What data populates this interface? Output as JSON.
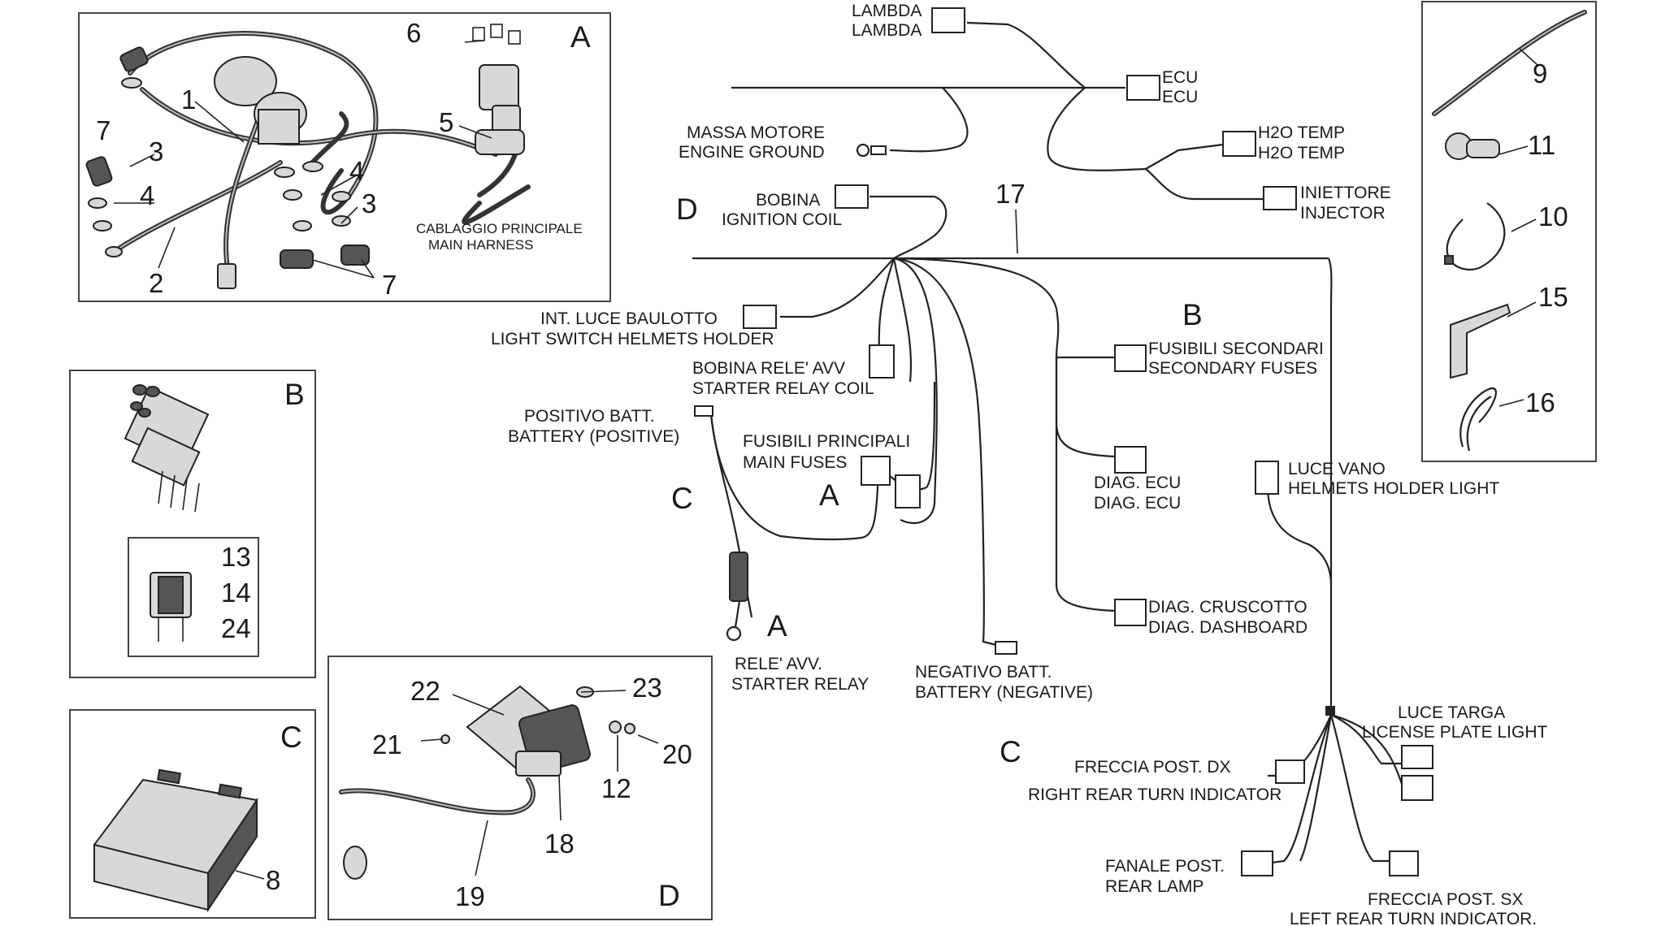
{
  "labels": {
    "lambda": [
      "LAMBDA",
      "LAMBDA"
    ],
    "ecu": [
      "ECU",
      "ECU"
    ],
    "massa_motore": [
      "MASSA MOTORE",
      "ENGINE GROUND"
    ],
    "h2o_temp": [
      "H2O TEMP",
      "H2O TEMP"
    ],
    "iniettore": [
      "INIETTORE",
      "INJECTOR"
    ],
    "bobina": [
      "BOBINA",
      "IGNITION COIL"
    ],
    "int_luce_baulotto": [
      "INT. LUCE BAULOTTO",
      "LIGHT SWITCH HELMETS HOLDER"
    ],
    "bobina_rele": [
      "BOBINA RELE' AVV",
      "STARTER RELAY COIL"
    ],
    "positivo_batt": [
      "POSITIVO BATT.",
      "BATTERY (POSITIVE)"
    ],
    "fusibili_principali": [
      "FUSIBILI PRINCIPALI",
      "MAIN FUSES"
    ],
    "fusibili_secondari": [
      "FUSIBILI SECONDARI",
      "SECONDARY FUSES"
    ],
    "diag_ecu": [
      "DIAG. ECU",
      "DIAG. ECU"
    ],
    "luce_vano": [
      "LUCE VANO",
      "HELMETS HOLDER LIGHT"
    ],
    "diag_cruscotto": [
      "DIAG. CRUSCOTTO",
      "DIAG. DASHBOARD"
    ],
    "rele_avv": [
      "RELE' AVV.",
      "STARTER RELAY"
    ],
    "negativo_batt": [
      "NEGATIVO BATT.",
      "BATTERY (NEGATIVE)"
    ],
    "luce_targa": [
      "LUCE TARGA",
      "LICENSE PLATE LIGHT"
    ],
    "freccia_dx": [
      "FRECCIA POST. DX",
      "RIGHT REAR TURN INDICATOR"
    ],
    "fanale_post": [
      "FANALE POST.",
      "REAR LAMP"
    ],
    "freccia_sx": [
      "FRECCIA POST. SX",
      "LEFT REAR TURN INDICATOR."
    ],
    "cablaggio": [
      "CABLAGGIO PRINCIPALE",
      "MAIN HARNESS"
    ]
  },
  "sections": {
    "A": "A",
    "B": "B",
    "C": "C",
    "D": "D"
  },
  "parts": {
    "p1": "1",
    "p2": "2",
    "p3": "3",
    "p4": "4",
    "p5": "5",
    "p6": "6",
    "p7": "7",
    "p8": "8",
    "p9": "9",
    "p10": "10",
    "p11": "11",
    "p12": "12",
    "p13": "13",
    "p14": "14",
    "p15": "15",
    "p16": "16",
    "p17": "17",
    "p18": "18",
    "p19": "19",
    "p20": "20",
    "p21": "21",
    "p22": "22",
    "p23": "23",
    "p24": "24"
  }
}
